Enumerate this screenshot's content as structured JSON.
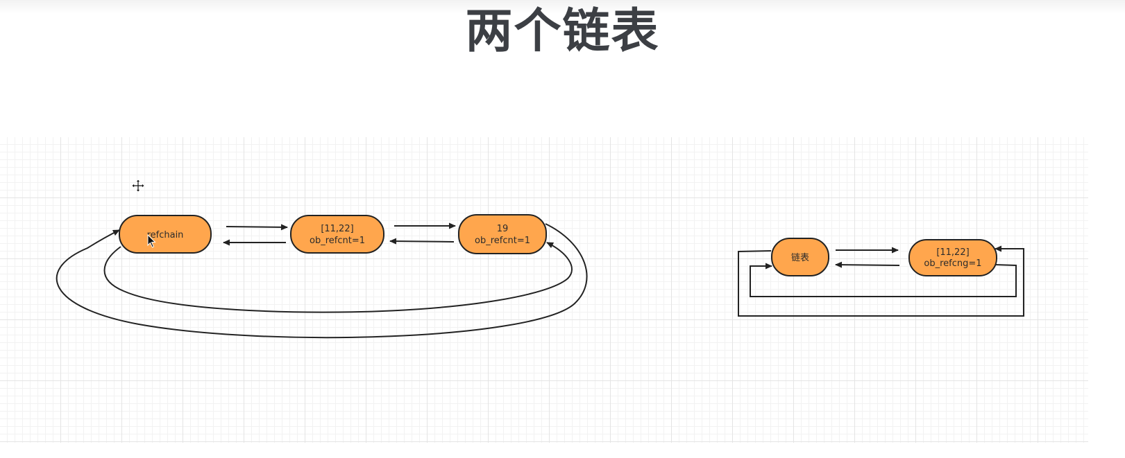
{
  "title": "两个链表",
  "diagram_left": {
    "nodes": [
      {
        "id": "refchain",
        "lines": [
          "refchain"
        ]
      },
      {
        "id": "list",
        "lines": [
          "[11,22]",
          "ob_refcnt=1"
        ]
      },
      {
        "id": "num",
        "lines": [
          "19",
          "ob_refcnt=1"
        ]
      }
    ]
  },
  "diagram_right": {
    "nodes": [
      {
        "id": "chain",
        "lines": [
          "链表"
        ]
      },
      {
        "id": "list",
        "lines": [
          "[11,22]",
          "ob_refcng=1"
        ]
      }
    ]
  },
  "icons": {
    "move": "move-icon",
    "cursor": "mouse-pointer-icon"
  },
  "colors": {
    "node_fill": "#ffa64d",
    "node_stroke": "#222222",
    "title": "#3c3f44"
  }
}
